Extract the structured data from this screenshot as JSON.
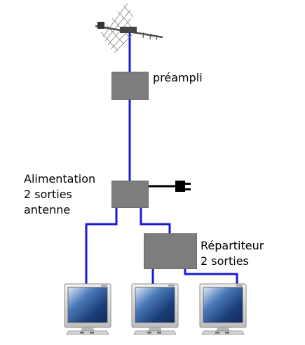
{
  "labels": {
    "preampli": "préampli",
    "alimentation_line1": "Alimentation",
    "alimentation_line2": "2 sorties",
    "alimentation_line3": "antenne",
    "repartiteur_line1": "Répartiteur",
    "repartiteur_line2": "2 sorties"
  },
  "colors": {
    "cable": "#1a1ad6",
    "box": "#7d7d7d",
    "power_cord": "#000000"
  },
  "icons": [
    "antenna-icon",
    "power-plug-icon",
    "monitor-icon"
  ]
}
